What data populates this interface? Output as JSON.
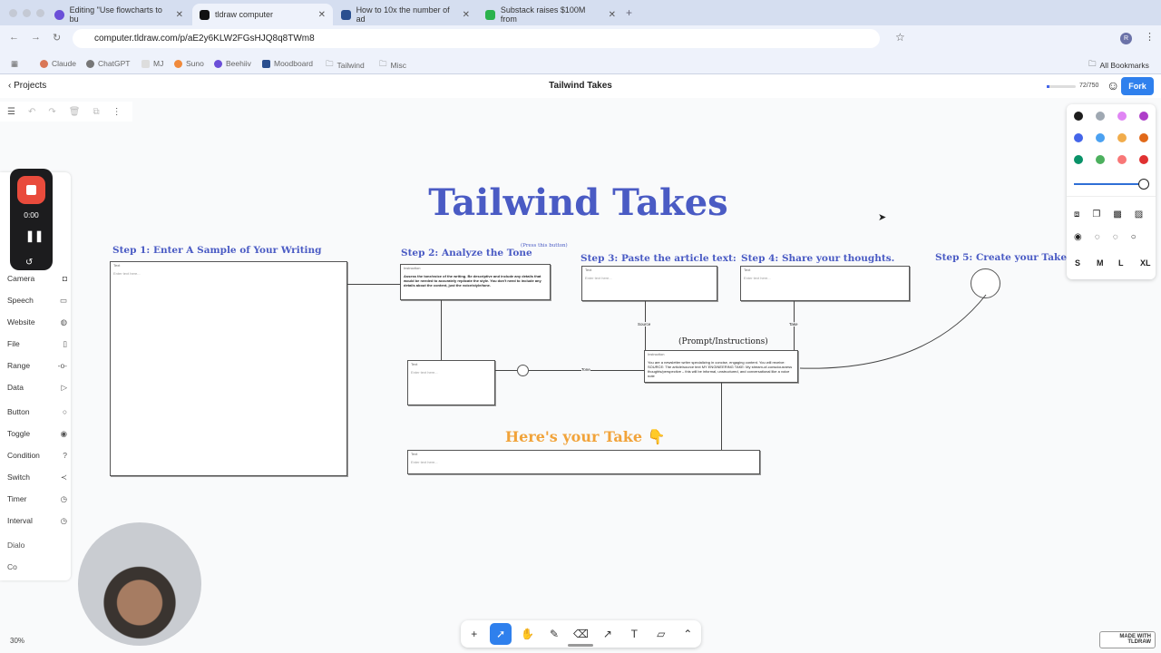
{
  "browser": {
    "tabs": [
      {
        "title": "Editing \"Use flowcharts to bu",
        "color": "#6b4fd8"
      },
      {
        "title": "tldraw computer",
        "color": "#111"
      },
      {
        "title": "How to 10x the number of ad",
        "color": "#2a4f8f"
      },
      {
        "title": "Substack raises $100M from",
        "color": "#2bb24c"
      }
    ],
    "url": "computer.tldraw.com/p/aE2y6KLW2FGsHJQ8q8TWm8",
    "bookmarks": [
      "Claude",
      "ChatGPT",
      "MJ",
      "Suno",
      "Beehiiv",
      "Moodboard",
      "Tailwind",
      "Misc"
    ],
    "all_bookmarks": "All Bookmarks"
  },
  "app": {
    "back": "Projects",
    "title": "Tailwind Takes",
    "usage": "72/750",
    "usage_fraction": 0.096,
    "fork": "Fork",
    "zoom": "30%",
    "made_with": "MADE WITH TLDRAW"
  },
  "recorder": {
    "time": "0:00"
  },
  "sidebar": {
    "items": [
      "Camera",
      "Speech",
      "Website",
      "File",
      "Range",
      "Data",
      "Button",
      "Toggle",
      "Condition",
      "Switch",
      "Timer",
      "Interval",
      "Dialo",
      "Co"
    ]
  },
  "style_panel": {
    "colors": [
      "#1d1d1d",
      "#9fa8b2",
      "#e085f4",
      "#ae3ec9",
      "#4465e9",
      "#4ba1f1",
      "#f1ac4b",
      "#e16919",
      "#099268",
      "#4cb05e",
      "#f87777",
      "#e03131"
    ],
    "sizes": [
      "S",
      "M",
      "L",
      "XL"
    ],
    "selected_size": "M",
    "opacity": 1
  },
  "canvas": {
    "title": "Tailwind Takes",
    "steps": [
      "Step 1: Enter A Sample of Your Writing",
      "Step 2: Analyze the Tone",
      "Step 3: Paste the article text:",
      "Step 4: Share your thoughts.",
      "Step 5: Create your Take"
    ],
    "press_note": "(Press this button)",
    "prompt_label": "(Prompt/Instructions)",
    "result_label": "Here's your Take 👇",
    "node_text": "Text",
    "node_instruction": "Instruction",
    "placeholder": "Enter text here...",
    "instruction_text": "Assess the tone/voice of the writing. Be descriptive and include any details that would be needed to accurately replicate the style. You don't need to include any details about the content, just the voice/style/tone.",
    "prompt_text": "You are a newsletter writer specializing in concise, engaging content. You will receive: SOURCE: The article/source text MY ENGINEERING TAKE: My stream-of-consciousness thoughts/perspective – this will be informal, unstructured, and conversational like a voice note",
    "edge_labels": [
      "Source",
      "Take",
      "Tone"
    ]
  }
}
